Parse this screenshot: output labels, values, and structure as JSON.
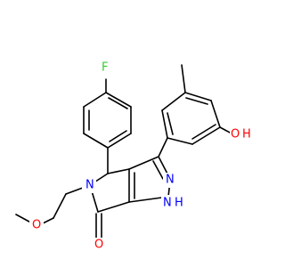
{
  "diagram": {
    "type": "chemical-structure",
    "atom_labels": {
      "fluorine": "F",
      "methoxy_oxygen": "O",
      "pyrrolone_nitrogen": "N",
      "carbonyl_oxygen": "O",
      "pyrazole_nitrogen": "N",
      "pyrazole_nh": "N",
      "pyrazole_nh_hydrogen": "H",
      "hydroxyl_oxygen": "O",
      "hydroxyl_hydrogen": "H"
    },
    "colors": {
      "bond": "#000000",
      "carbon_skeleton": "#000000",
      "nitrogen": "#0000ff",
      "oxygen": "#ff0000",
      "fluorine": "#33cc33"
    }
  }
}
